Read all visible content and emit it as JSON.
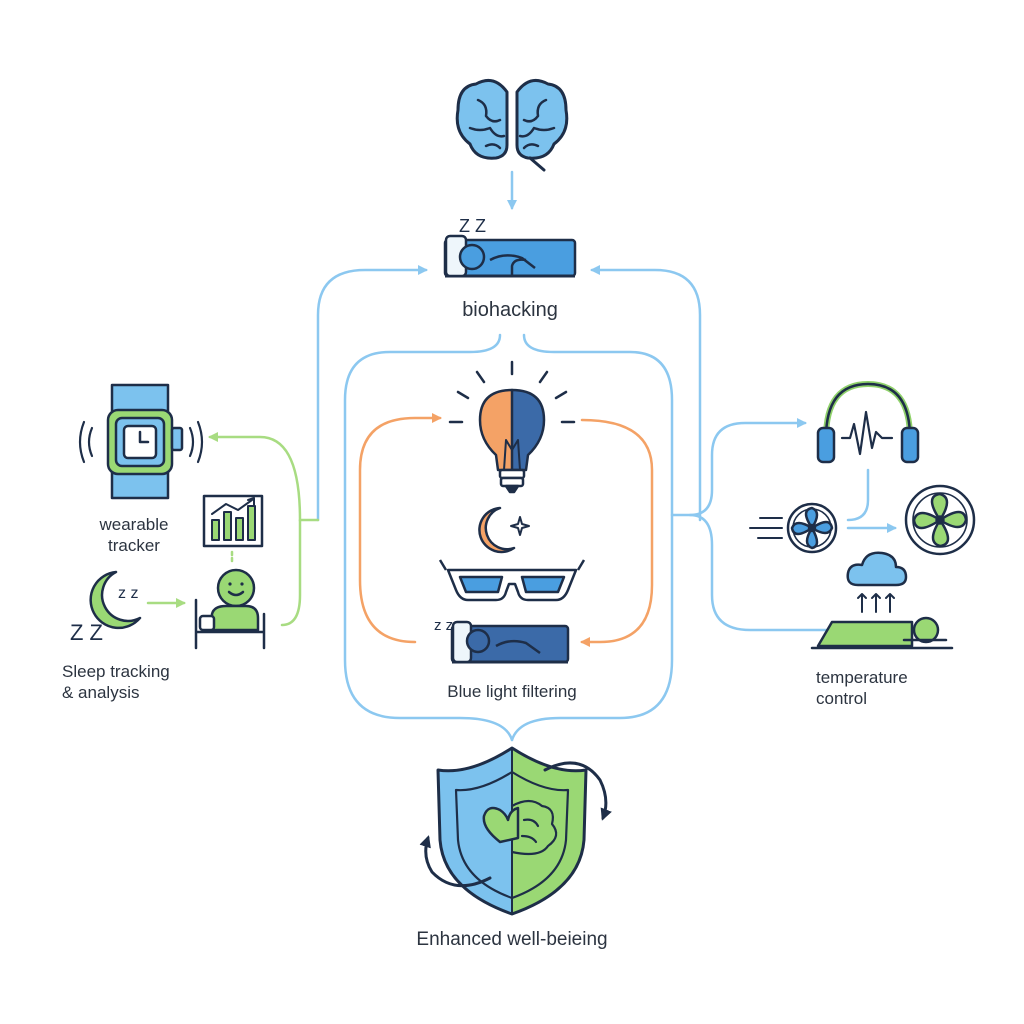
{
  "labels": {
    "hub": "biohacking",
    "blue_light": "Blue light filtering",
    "wearable_line1": "wearable",
    "wearable_line2": "tracker",
    "sleep_line1": "Sleep tracking",
    "sleep_line2": "& analysis",
    "temp_line1": "temperature",
    "temp_line2": "control",
    "outcome": "Enhanced well-beieing",
    "zzz_hub": "Z Z",
    "zzz_sleep": "Z Z",
    "zzz_small": "z z",
    "zzz_blue": "z z"
  },
  "colors": {
    "blue": "#4a9ee0",
    "blue_light": "#8cc8f0",
    "blue_dark": "#2f5f9e",
    "navy": "#1e2e48",
    "green": "#8fd16a",
    "green_light": "#a8dc82",
    "orange": "#f4a266",
    "text": "#2c3440"
  },
  "icons": [
    "brain-icon",
    "sleeping-person-icon",
    "light-bulb-icon",
    "moon-star-icon",
    "glasses-icon",
    "smartwatch-icon",
    "bar-chart-icon",
    "crescent-moon-icon",
    "person-in-bed-icon",
    "headphones-icon",
    "fan-icon",
    "cloud-icon",
    "lying-person-icon",
    "shield-icon",
    "heart-icon"
  ]
}
